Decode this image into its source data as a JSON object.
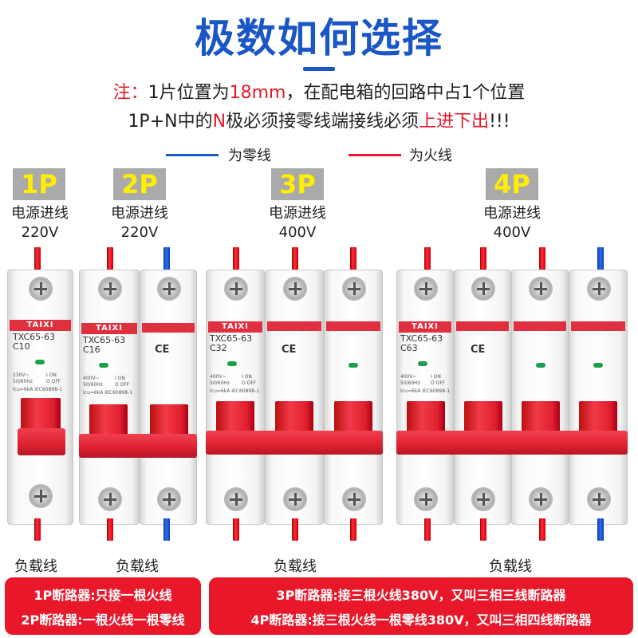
{
  "title": "极数如何选择",
  "note": {
    "line1_prefix": "注：",
    "line1_part1": "1片位置为",
    "line1_highlight": "18mm",
    "line1_part2": "，在配电箱的回路中占1个位置",
    "line2_part1": "1P+N中的",
    "line2_highlight_n": "N",
    "line2_part2": "极必须接零线端接线必须",
    "line2_highlight_updown": "上进下出",
    "line2_tail": "!!!"
  },
  "legend": {
    "neutral_label": "为零线",
    "neutral_color": "#1a56c6",
    "live_label": "为火线",
    "live_color": "#e8182a"
  },
  "poles": [
    {
      "badge": "1P",
      "supply_label": "电源进线",
      "voltage": "220V"
    },
    {
      "badge": "2P",
      "supply_label": "电源进线",
      "voltage": "220V"
    },
    {
      "badge": "3P",
      "supply_label": "电源进线",
      "voltage": "400V"
    },
    {
      "badge": "4P",
      "supply_label": "电源进线",
      "voltage": "400V"
    }
  ],
  "breakers": [
    {
      "brand": "TAIXI",
      "model": "TXC65-63",
      "rating": "C10",
      "spec1": "230V~",
      "spec2": "50/60Hz",
      "spec3": "Icu=6kA  IEC60898-1",
      "on": "I ON",
      "off": "O OFF"
    },
    {
      "brand": "TAIXI",
      "model": "TXC65-63",
      "rating": "C16",
      "spec1": "400V~",
      "spec2": "50/60Hz",
      "spec3": "Icu=6kA  IEC60898-1",
      "on": "I ON",
      "off": "O OFF",
      "ce": "CE"
    },
    {
      "brand": "TAIXI",
      "model": "TXC65-63",
      "rating": "C32",
      "spec1": "400V~",
      "spec2": "50/60Hz",
      "spec3": "Icu=6kA  IEC60898-1",
      "on": "I ON",
      "off": "O OFF",
      "ce": "CE"
    },
    {
      "brand": "TAIXI",
      "model": "TXC65-63",
      "rating": "C63",
      "spec1": "400V~",
      "spec2": "50/60Hz",
      "spec3": "Icu=6kA  IEC60898-1",
      "on": "I ON",
      "off": "O OFF",
      "ce": "CE"
    }
  ],
  "load_label": "负载线",
  "summary_left": [
    "1P断路器:只接一根火线",
    "2P断路器:一根火线一根零线"
  ],
  "summary_right": [
    "3P断路器:接三根火线380V，又叫三相三线断路器",
    "4P断路器:接三根火线一根零线380V，又叫三相四线断路器"
  ]
}
